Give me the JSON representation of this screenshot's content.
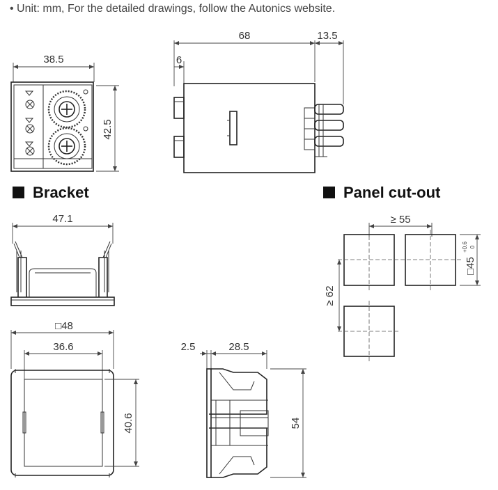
{
  "note": "• Unit: mm, For the detailed drawings, follow the Autonics website.",
  "sections": {
    "bracket": "Bracket",
    "panel_cutout": "Panel cut-out"
  },
  "dims": {
    "front_width": "38.5",
    "front_height": "42.5",
    "side_length": "68",
    "side_pins": "13.5",
    "side_offset": "6",
    "bracket_width": "47.1",
    "bracket_front_square": "□48",
    "bracket_front_inner": "36.6",
    "bracket_front_height": "40.6",
    "bracket_side_thick": "2.5",
    "bracket_side_depth": "28.5",
    "bracket_side_height": "54",
    "cutout_spacing": "≥ 55",
    "cutout_vertical": "≥ 62",
    "cutout_size": "□45",
    "cutout_tol_plus": "+0.6",
    "cutout_tol_zero": "0"
  }
}
